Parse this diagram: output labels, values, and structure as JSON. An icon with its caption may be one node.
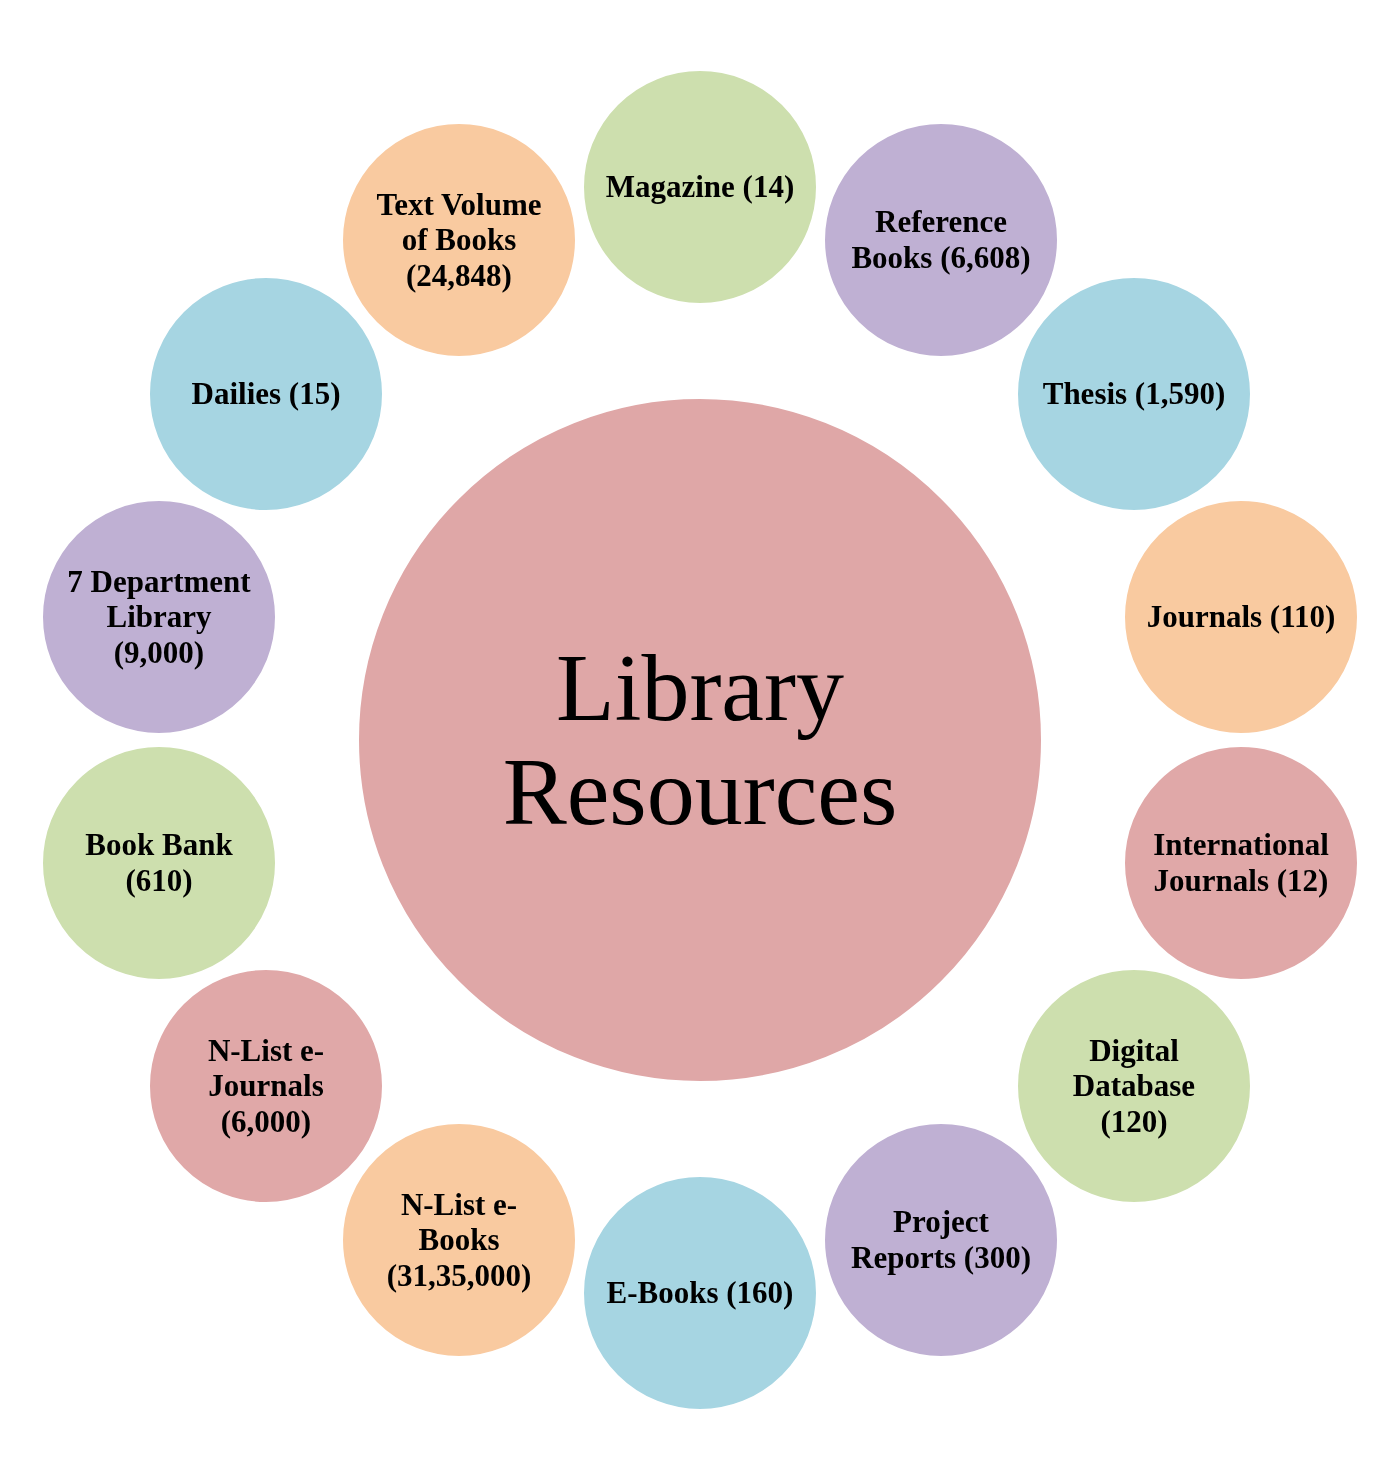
{
  "diagram": {
    "nodes": [
      {
        "text": [
          "Library Resources"
        ]
      },
      {
        "text": [
          "Magazine (14)"
        ]
      },
      {
        "text": [
          "Reference Books (6,608)"
        ]
      },
      {
        "text": [
          "Thesis (1,590)"
        ]
      },
      {
        "text": [
          "Journals (110)"
        ]
      },
      {
        "text": [
          "International Journals (12)"
        ]
      },
      {
        "text": [
          "Digital Database (120)"
        ]
      },
      {
        "text": [
          "Project Reports (300)"
        ]
      },
      {
        "text": [
          "E-Books (160)"
        ]
      },
      {
        "text": [
          "N-List e-Books (31,35,000)"
        ]
      },
      {
        "text": [
          "N-List e-Journals (6,000)"
        ]
      },
      {
        "text": [
          "Book Bank (610)"
        ]
      },
      {
        "text": [
          "7 Department Library (9,000)"
        ]
      },
      {
        "text": [
          "Dailies (15)"
        ]
      },
      {
        "text": [
          "Text Volume of Books (24,848)"
        ]
      }
    ]
  }
}
